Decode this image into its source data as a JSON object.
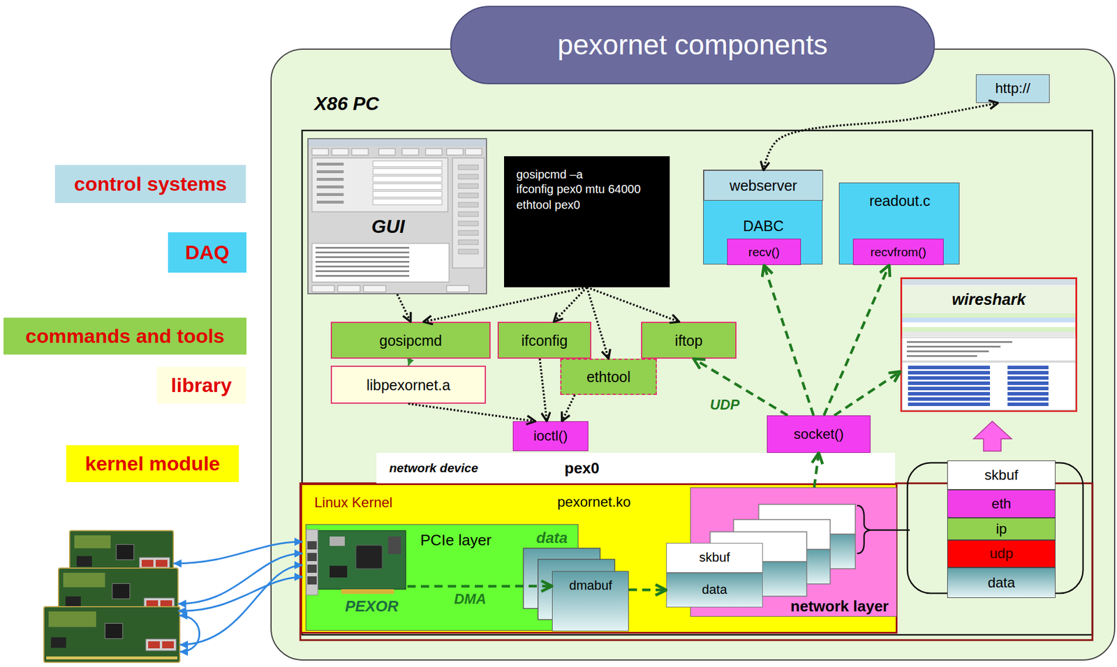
{
  "diagram": {
    "title": "pexornet components",
    "nodes": [
      {
        "text": [
          "X86 PC"
        ]
      },
      {
        "text": [
          "http://"
        ],
        "in": 0
      },
      {
        "text": [
          "GUI"
        ],
        "in": 0
      },
      {
        "text": [
          "gosipcmd –a",
          "ifconfig pex0 mtu 64000",
          "ethtool pex0"
        ],
        "in": 0
      },
      {
        "text": [
          "DABC"
        ],
        "in": 0
      },
      {
        "text": [
          "webserver"
        ],
        "in": 4
      },
      {
        "text": [
          "recv()"
        ],
        "in": 4
      },
      {
        "text": [
          "readout.c"
        ],
        "in": 0
      },
      {
        "text": [
          "recvfrom()"
        ],
        "in": 7
      },
      {
        "text": [
          "wireshark"
        ],
        "in": 0
      },
      {
        "text": [
          "gosipcmd"
        ],
        "in": 0
      },
      {
        "text": [
          "ifconfig"
        ],
        "in": 0
      },
      {
        "text": [
          "iftop"
        ],
        "in": 0
      },
      {
        "text": [
          "libpexornet.a"
        ],
        "in": 0
      },
      {
        "text": [
          "ethtool"
        ],
        "in": 0
      },
      {
        "text": [
          "ioctl()"
        ],
        "in": 0
      },
      {
        "text": [
          "socket()"
        ],
        "in": 0
      },
      {
        "text": [
          "network device",
          "pex0"
        ],
        "in": 0
      },
      {
        "text": [
          "Linux Kernel",
          "pexornet.ko"
        ],
        "in": 0
      },
      {
        "text": [
          "PCIe layer",
          "data"
        ],
        "in": 18
      },
      {
        "text": [
          "PEXOR"
        ],
        "in": 19
      },
      {
        "text": [
          "dmabuf"
        ],
        "in": 19
      },
      {
        "text": [
          "network layer"
        ],
        "in": 18
      },
      {
        "text": [
          "skbuf"
        ],
        "in": 22
      },
      {
        "text": [
          "data"
        ],
        "in": 22
      },
      {
        "text": [
          "skbuf"
        ],
        "in": 0
      },
      {
        "text": [
          "eth"
        ],
        "in": 0
      },
      {
        "text": [
          "ip"
        ],
        "in": 0
      },
      {
        "text": [
          "udp"
        ],
        "in": 0
      },
      {
        "text": [
          "data"
        ],
        "in": 0
      }
    ],
    "edges": [
      {
        "from": 2,
        "to": 10,
        "arrow": "to"
      },
      {
        "from": 3,
        "to": 10,
        "arrow": "to"
      },
      {
        "from": 3,
        "to": 11,
        "arrow": "to"
      },
      {
        "from": 3,
        "to": 14,
        "arrow": "to"
      },
      {
        "from": 3,
        "to": 12,
        "arrow": "to"
      },
      {
        "from": 10,
        "to": 13,
        "arrow": "to"
      },
      {
        "from": 13,
        "to": 15,
        "arrow": "to"
      },
      {
        "from": 11,
        "to": 15,
        "arrow": "to"
      },
      {
        "from": 14,
        "to": 15,
        "arrow": "to"
      },
      {
        "from": 5,
        "to": 1,
        "arrow": "both"
      },
      {
        "from": 16,
        "to": 6,
        "arrow": "to"
      },
      {
        "from": 16,
        "to": 8,
        "arrow": "to"
      },
      {
        "from": 16,
        "to": 12,
        "label": "UDP",
        "arrow": "to"
      },
      {
        "from": 16,
        "to": 9,
        "arrow": "to"
      },
      {
        "from": 22,
        "to": 16,
        "arrow": "to"
      },
      {
        "from": 20,
        "to": 21,
        "label": "DMA",
        "arrow": "to"
      },
      {
        "from": 21,
        "to": 24,
        "arrow": "to"
      }
    ],
    "legend": [
      {
        "text": "control systems",
        "color": "#b7dde8"
      },
      {
        "text": "DAQ",
        "color": "#4fd3f5"
      },
      {
        "text": "commands and tools",
        "color": "#92d050"
      },
      {
        "text": "library",
        "color": "#ffffe0"
      },
      {
        "text": "kernel module",
        "color": "#ffff00"
      }
    ]
  }
}
